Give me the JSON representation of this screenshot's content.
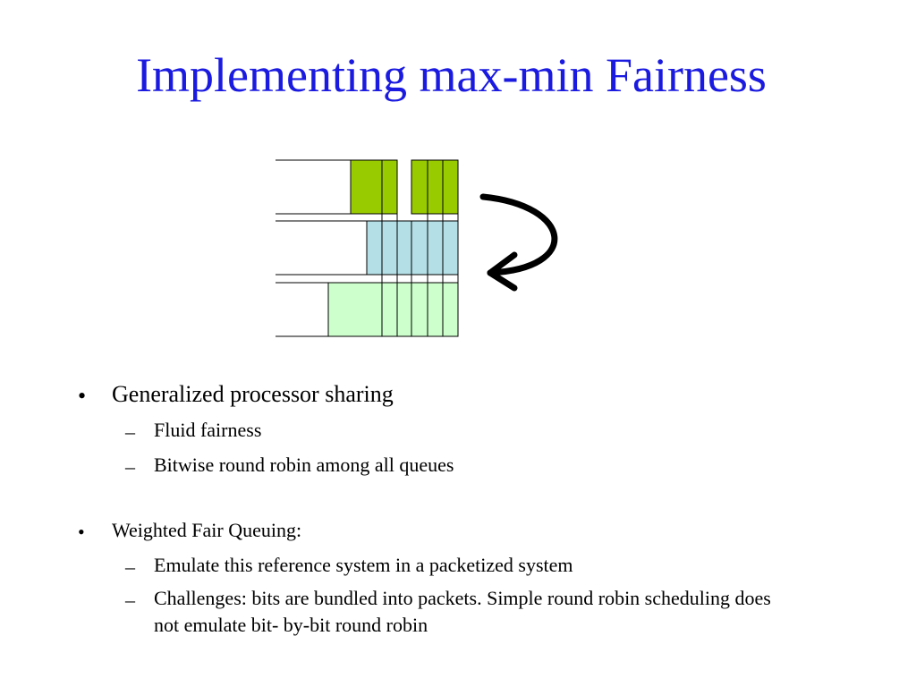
{
  "slide": {
    "title": "Implementing max-min Fairness"
  },
  "colors": {
    "title": "#1a1ae0",
    "queue1_fill": "#99cc00",
    "queue2_fill": "#b4dfe6",
    "queue3_fill": "#ccffcc"
  },
  "diagram": {
    "queues": [
      "queue-1",
      "queue-2",
      "queue-3"
    ],
    "arrow_icon": "curved-arrow-icon"
  },
  "bullets": [
    {
      "text": "Generalized processor sharing",
      "sub": [
        "Fluid fairness",
        "Bitwise round robin among all queues"
      ]
    },
    {
      "text": "Weighted Fair Queuing:",
      "sub": [
        "Emulate this reference system in a packetized system",
        "Challenges: bits are bundled into packets. Simple round robin scheduling does not emulate bit- by-bit round robin"
      ]
    }
  ],
  "markers": {
    "bullet": "•",
    "dash": "–"
  }
}
